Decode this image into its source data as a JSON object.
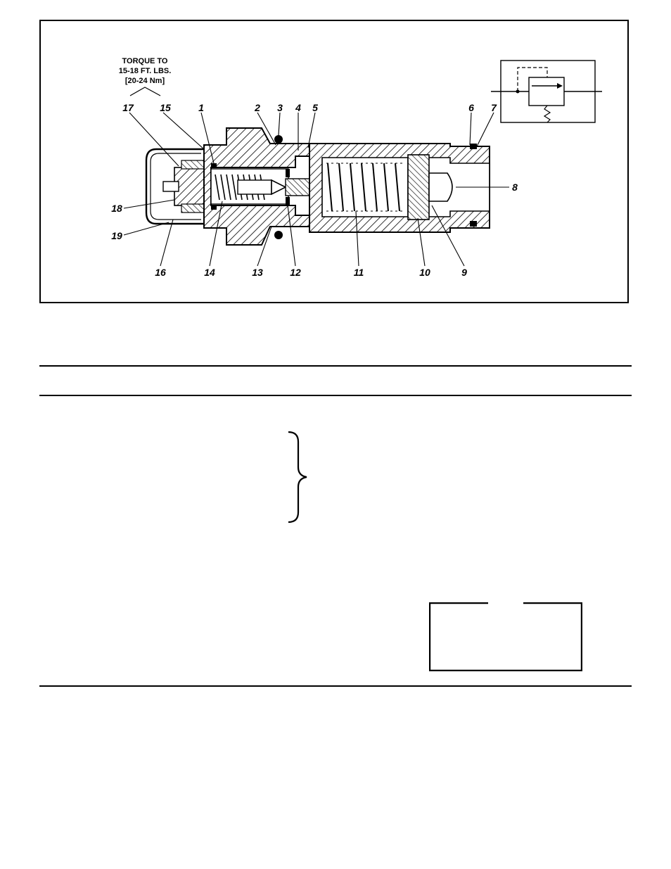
{
  "figure": {
    "torque_note": {
      "line1": "TORQUE TO",
      "line2": "15-18 FT. LBS.",
      "line3": "[20-24 Nm]"
    },
    "callouts": [
      "17",
      "15",
      "1",
      "2",
      "3",
      "4",
      "5",
      "6",
      "7",
      "8",
      "18",
      "19",
      "16",
      "14",
      "13",
      "12",
      "11",
      "10",
      "9"
    ]
  }
}
